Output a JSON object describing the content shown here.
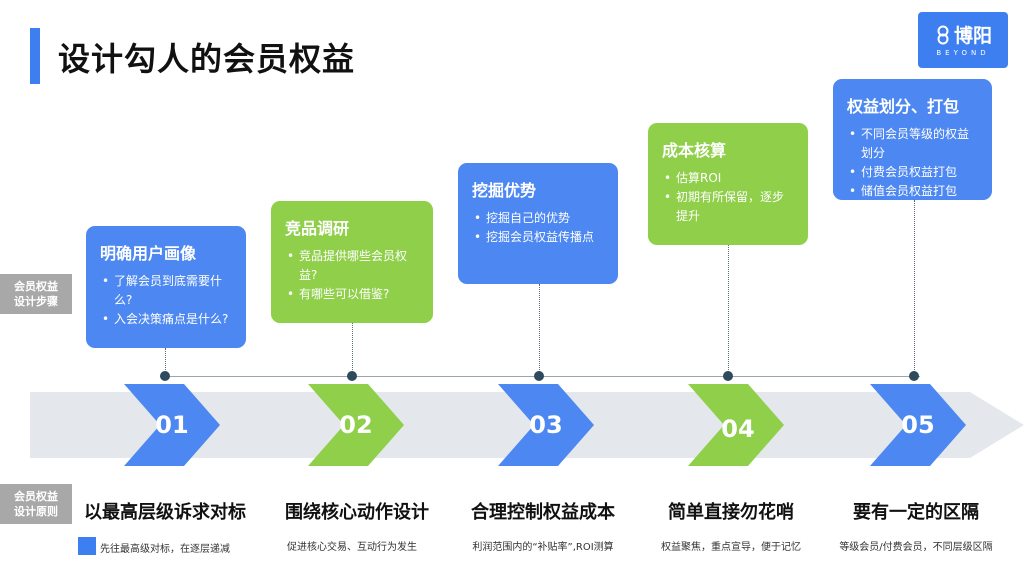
{
  "title": "设计勾人的会员权益",
  "logo": {
    "text": "博阳",
    "sub": "BEYOND"
  },
  "side_labels": {
    "steps": [
      "会员权益",
      "设计步骤"
    ],
    "principles": [
      "会员权益",
      "设计原则"
    ]
  },
  "colors": {
    "blue": "#4d87f1",
    "green": "#8fcf4a",
    "band": "#e4e8ec"
  },
  "steps": [
    {
      "number": "01",
      "title": "明确用户画像",
      "color": "blue",
      "bullets": [
        "了解会员到底需要什么?",
        "入会决策痛点是什么?"
      ],
      "principle": "以最高层级诉求对标",
      "desc": "先往最高级对标，在逐层递减"
    },
    {
      "number": "02",
      "title": "竞品调研",
      "color": "green",
      "bullets": [
        "竞品提供哪些会员权益?",
        "有哪些可以借鉴?"
      ],
      "principle": "围绕核心动作设计",
      "desc": "促进核心交易、互动行为发生"
    },
    {
      "number": "03",
      "title": "挖掘优势",
      "color": "blue",
      "bullets": [
        "挖掘自己的优势",
        "挖掘会员权益传播点"
      ],
      "principle": "合理控制权益成本",
      "desc": "利润范围内的“补贴率”,ROI测算"
    },
    {
      "number": "04",
      "title": "成本核算",
      "color": "green",
      "bullets": [
        "估算ROI",
        "初期有所保留，逐步提升"
      ],
      "principle": "简单直接勿花哨",
      "desc": "权益聚焦，重点宣导，便于记忆"
    },
    {
      "number": "05",
      "title": "权益划分、打包",
      "color": "blue",
      "bullets": [
        "不同会员等级的权益划分",
        "付费会员权益打包",
        "储值会员权益打包"
      ],
      "principle": "要有一定的区隔",
      "desc": "等级会员/付费会员，不同层级区隔"
    }
  ]
}
